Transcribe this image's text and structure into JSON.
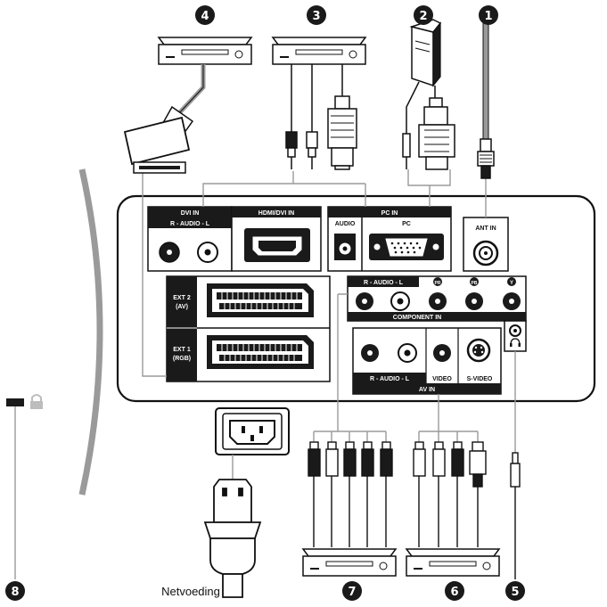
{
  "callouts": [
    "1",
    "2",
    "3",
    "4",
    "5",
    "6",
    "7",
    "8"
  ],
  "panel": {
    "dvi_in": "DVI IN",
    "dvi_audio": "R - AUDIO - L",
    "hdmi_dvi_in": "HDMI/DVI IN",
    "pc_in": "PC IN",
    "pc_audio": "AUDIO",
    "pc": "PC",
    "ant_in": "ANT IN",
    "ext2_line1": "EXT 2",
    "ext2_line2": "(AV)",
    "ext1_line1": "EXT 1",
    "ext1_line2": "(RGB)",
    "component_audio": "R - AUDIO - L",
    "component_pr": "PR",
    "component_pb": "PB",
    "component_y": "Y",
    "component_in": "COMPONENT IN",
    "av_audio": "R - AUDIO - L",
    "video": "VIDEO",
    "s_video": "S-VIDEO",
    "av_in": "AV IN"
  },
  "power_label": "Netvoeding",
  "colors": {
    "line": "#111111",
    "panel_dark": "#1a1a1a",
    "gray_cable": "#9a9a9a",
    "red_plug": "#d83a2a",
    "green_plug": "#3b8a3b",
    "blue_plug": "#2a4fb0"
  }
}
